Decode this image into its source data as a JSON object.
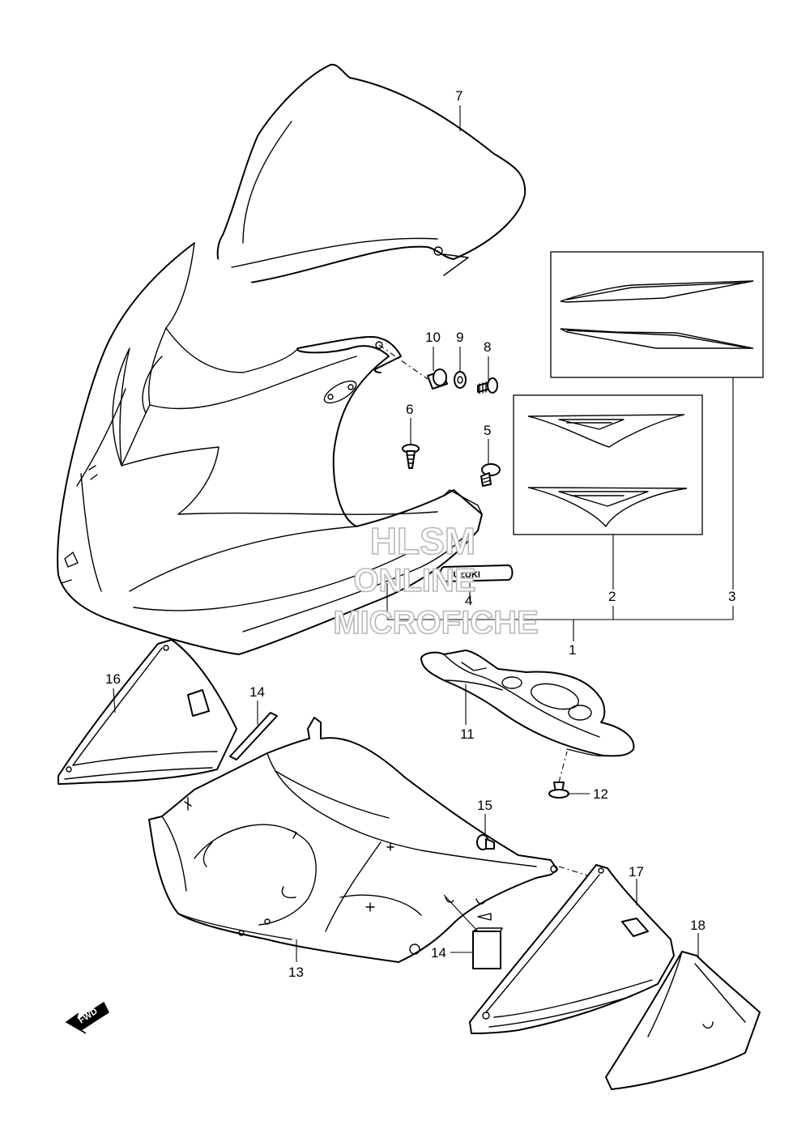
{
  "diagram": {
    "callouts": {
      "p1": "1",
      "p2": "2",
      "p3": "3",
      "p4": "4",
      "p5": "5",
      "p6": "6",
      "p7": "7",
      "p8": "8",
      "p9": "9",
      "p10": "10",
      "p11": "11",
      "p12": "12",
      "p13": "13",
      "p14a": "14",
      "p14b": "14",
      "p15": "15",
      "p16": "16",
      "p17": "17",
      "p18": "18"
    },
    "watermark": {
      "line1": "HLSM",
      "line2": "ONLINE",
      "line3": "MICROFICHE"
    },
    "emblem_text": "SUZUKI",
    "direction_arrow_text": "FWD"
  }
}
